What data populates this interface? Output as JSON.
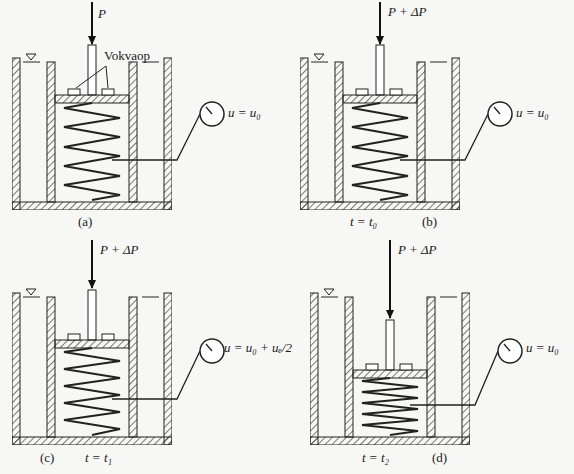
{
  "diagram": {
    "labels": [
      "P",
      "Vokvaop",
      "u = u₀",
      "(a)",
      "P + ΔP",
      "u = u₀",
      "t = t₀",
      "(b)",
      "P + ΔP",
      "u = u₀ + uₑ/2",
      "t = t₁",
      "(c)",
      "P + ΔP",
      "u = u₀",
      "t = t₂",
      "(d)"
    ]
  }
}
